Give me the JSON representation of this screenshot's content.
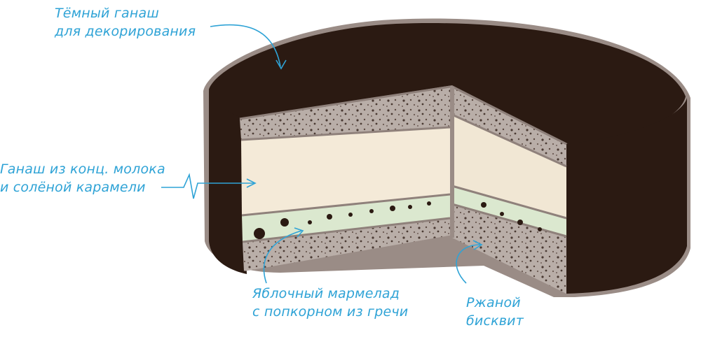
{
  "annotations": {
    "dark_ganache": {
      "line1": "Тёмный ганаш",
      "line2": "для декорирования"
    },
    "milk_caramel_ganache": {
      "line1": "Ганаш из конц. молока",
      "line2": "и солёной карамели"
    },
    "apple_marmalade": {
      "line1": "Яблочный мармелад",
      "line2": "с попкорном из гречи"
    },
    "rye_sponge": {
      "line1": "Ржаной",
      "line2": "бисквит"
    }
  },
  "colors": {
    "annotation_text": "#2fa3d6",
    "ganache_dark": "#2b1a12",
    "cream_layer": "#f4ead8",
    "marmalade_layer": "#dbe8cf",
    "sponge_layer": "#b8aca6",
    "outline": "#8f817b"
  }
}
